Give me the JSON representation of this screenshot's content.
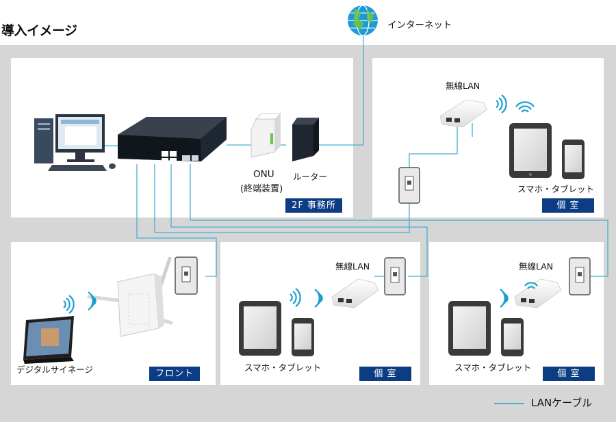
{
  "title": "導入イメージ",
  "internet_label": "インターネット",
  "rooms": {
    "office": {
      "tag": "2F 事務所",
      "onu_label": "ONU",
      "onu_sub": "(終端装置)",
      "router_label": "ルーター"
    },
    "private_room_top": {
      "tag": "個 室",
      "ap_label": "無線LAN",
      "devices_label": "スマホ・タブレット"
    },
    "front": {
      "tag": "フロント",
      "signage_label": "デジタルサイネージ"
    },
    "private_room_mid": {
      "tag": "個 室",
      "ap_label": "無線LAN",
      "devices_label": "スマホ・タブレット"
    },
    "private_room_right": {
      "tag": "個 室",
      "ap_label": "無線LAN",
      "devices_label": "スマホ・タブレット"
    }
  },
  "legend": {
    "label": "LANケーブル",
    "color": "#46aed6"
  },
  "colors": {
    "panel_bg": "#d6d6d6",
    "tag_bg": "#0c3d84",
    "cable": "#46aed6",
    "wifi": "#1aa0d0"
  },
  "icons": [
    "globe-icon",
    "desktop-pc-icon",
    "network-switch-icon",
    "onu-icon",
    "router-icon",
    "wireless-ap-icon",
    "wall-lan-port-icon",
    "tablet-icon",
    "smartphone-icon",
    "wifi-signal-icon",
    "access-point-with-antennas-icon",
    "digital-signage-icon"
  ]
}
